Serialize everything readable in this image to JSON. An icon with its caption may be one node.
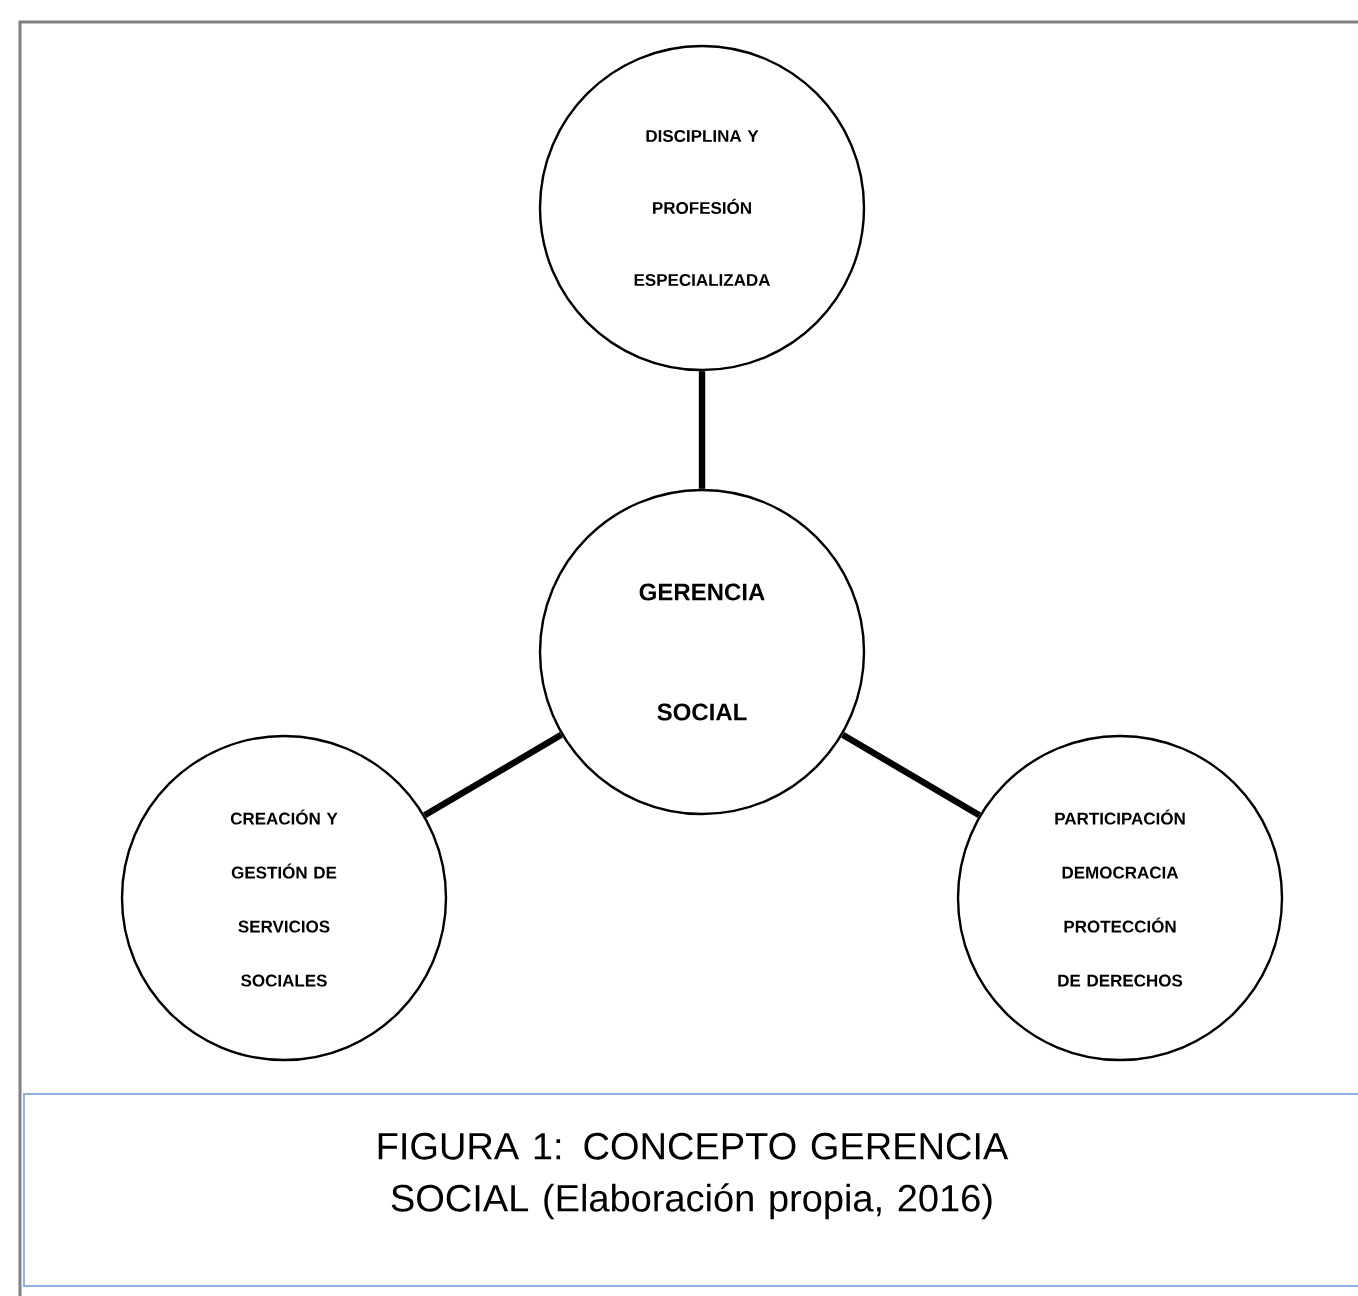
{
  "diagram": {
    "caption": "FIGURA 1: CONCEPTO GERENCIA SOCIAL (Elaboración propia, 2016)",
    "nodes": [
      {
        "text": [
          "DISCIPLINA Y PROFESIÓN ESPECIALIZADA"
        ]
      },
      {
        "text": [
          "GERENCIA SOCIAL"
        ]
      },
      {
        "text": [
          "CREACIÓN Y GESTIÓN DE SERVICIOS SOCIALES"
        ]
      },
      {
        "text": [
          "PARTICIPACIÓN DEMOCRACIA PROTECCIÓN DE DERECHOS"
        ]
      }
    ],
    "edges": [
      {
        "from": 1,
        "to": 0,
        "arrow": "none"
      },
      {
        "from": 1,
        "to": 2,
        "arrow": "none"
      },
      {
        "from": 1,
        "to": 3,
        "arrow": "none"
      }
    ]
  }
}
